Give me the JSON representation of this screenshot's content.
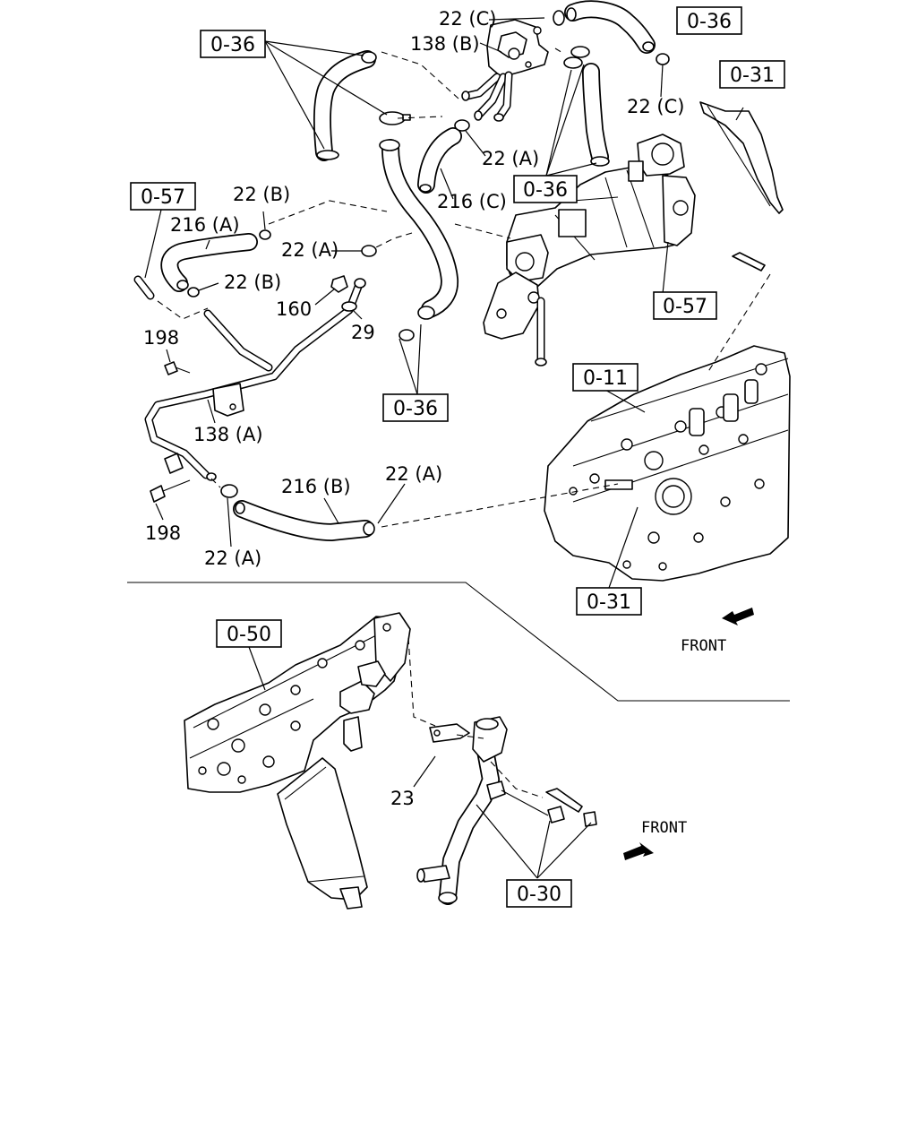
{
  "references": {
    "r036_top_right": "0-36",
    "r036_top_left": "0-36",
    "r031_top": "0-31",
    "r036_mid": "0-36",
    "r057_left": "0-57",
    "r057_mid": "0-57",
    "r011": "0-11",
    "r036_bottom": "0-36",
    "r031_bottom": "0-31",
    "r050": "0-50",
    "r030": "0-30"
  },
  "callouts": {
    "c22c_top": "22 (C)",
    "c138b": "138 (B)",
    "c22c_right": "22 (C)",
    "c22a_top": "22 (A)",
    "c216c": "216 (C)",
    "c22b_top": "22 (B)",
    "c216a": "216 (A)",
    "c22a_mid": "22 (A)",
    "c22b_mid": "22 (B)",
    "c160": "160",
    "c29": "29",
    "c198_top": "198",
    "c138a": "138 (A)",
    "c216b": "216 (B)",
    "c22a_low": "22 (A)",
    "c198_bottom": "198",
    "c22a_bottom": "22 (A)",
    "c23": "23"
  },
  "front_labels": {
    "upper": "FRONT",
    "lower": "FRONT"
  }
}
